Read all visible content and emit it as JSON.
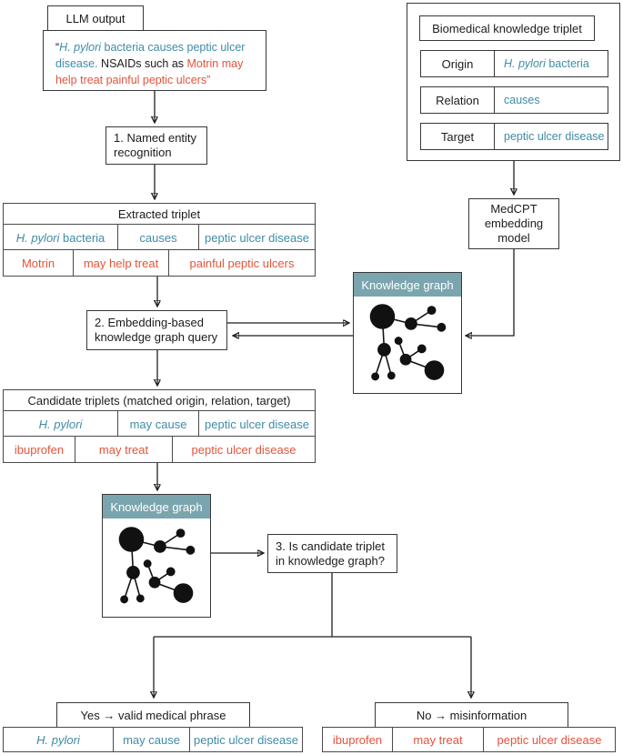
{
  "colors": {
    "teal_text": "#3e8ca6",
    "red_text": "#e3543b",
    "kg_header_bg": "#7aa5ae",
    "box_border": "#383838"
  },
  "llm_output": {
    "tab_label": "LLM output",
    "quote_open": "“",
    "quote_teal_italic": "H. pylori",
    "quote_teal": " bacteria causes peptic ulcer disease.",
    "quote_black": " NSAIDs such as ",
    "quote_red": "Motrin may help treat painful peptic ulcers”"
  },
  "biomedical_triplet": {
    "title": "Biomedical knowledge triplet",
    "origin_label": "Origin",
    "origin_value_italic": "H. pylori",
    "origin_value_rest": " bacteria",
    "relation_label": "Relation",
    "relation_value": "causes",
    "target_label": "Target",
    "target_value": "peptic ulcer disease"
  },
  "steps": {
    "step1": "1. Named entity recognition",
    "step2": "2. Embedding-based knowledge graph query",
    "step3": "3. Is candidate triplet in knowledge graph?"
  },
  "medcpt_label": "MedCPT embedding model",
  "knowledge_graph_label": "Knowledge graph",
  "extracted_triplet": {
    "title": "Extracted triplet",
    "valid": {
      "origin_italic": "H. pylori",
      "origin_rest": " bacteria",
      "relation": "causes",
      "target": "peptic ulcer disease"
    },
    "flagged": {
      "origin": "Motrin",
      "relation": "may help treat",
      "target": "painful peptic ulcers"
    }
  },
  "candidate_triplets": {
    "title": "Candidate triplets (matched origin, relation, target)",
    "valid": {
      "origin_italic": "H. pylori",
      "relation": "may cause",
      "target": "peptic ulcer disease"
    },
    "flagged": {
      "origin": "ibuprofen",
      "relation": "may treat",
      "target": "peptic ulcer disease"
    }
  },
  "outcomes": {
    "valid_title": "Yes → valid medical phrase",
    "valid_row": {
      "origin_italic": "H. pylori",
      "relation": "may cause",
      "target": "peptic ulcer disease"
    },
    "misinfo_title": "No → misinformation",
    "misinfo_row": {
      "origin": "ibuprofen",
      "relation": "may treat",
      "target": "peptic ulcer disease"
    }
  }
}
